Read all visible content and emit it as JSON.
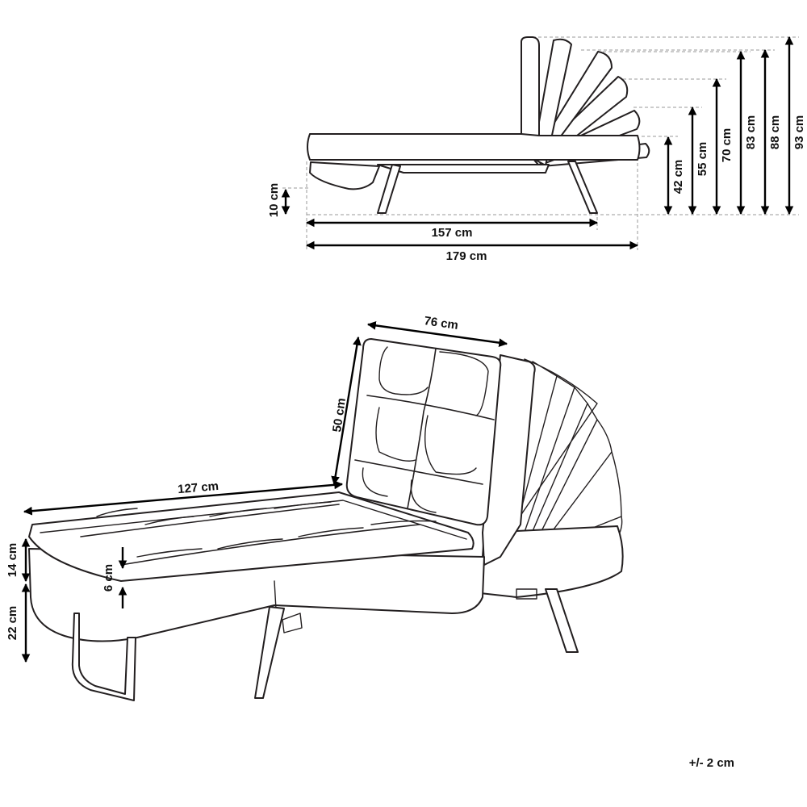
{
  "side_view": {
    "dim_leg_clearance": "10 cm",
    "dim_leg_span": "157 cm",
    "dim_total_length": "179 cm",
    "dim_height_1": "42 cm",
    "dim_height_2": "55 cm",
    "dim_height_3": "70 cm",
    "dim_height_4": "83 cm",
    "dim_height_5": "88 cm",
    "dim_height_6": "93 cm"
  },
  "perspective_view": {
    "dim_back_width": "76 cm",
    "dim_back_height": "50 cm",
    "dim_seat_length": "127 cm",
    "dim_mattress_height": "14 cm",
    "dim_topper_thickness": "6 cm",
    "dim_leg_height": "22 cm"
  },
  "tolerance": "+/- 2 cm"
}
